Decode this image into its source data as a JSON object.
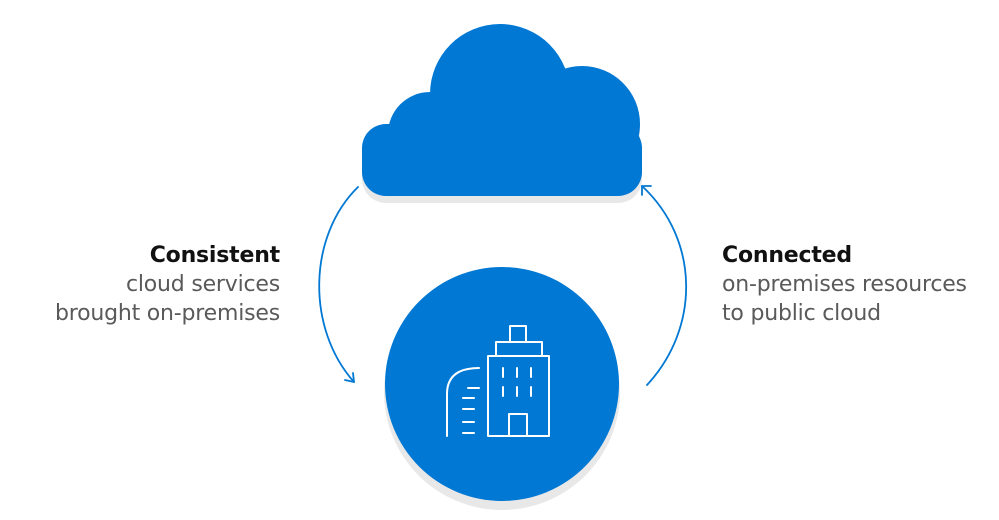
{
  "colors": {
    "accent": "#0078d4",
    "shadow": "#d9d9d9",
    "icon_stroke": "#ffffff",
    "heading_text": "#111111",
    "body_text": "#5a5a5a",
    "background": "#ffffff"
  },
  "cloud": {
    "icon": "cloud-icon"
  },
  "on_premises": {
    "icon": "building-icon"
  },
  "left_label": {
    "heading": "Consistent",
    "lines": [
      "cloud services",
      "brought on-premises"
    ]
  },
  "right_label": {
    "heading": "Connected",
    "lines": [
      "on-premises resources",
      "to public cloud"
    ]
  },
  "arrows": {
    "left": "cloud-to-on-premises",
    "right": "on-premises-to-cloud"
  }
}
